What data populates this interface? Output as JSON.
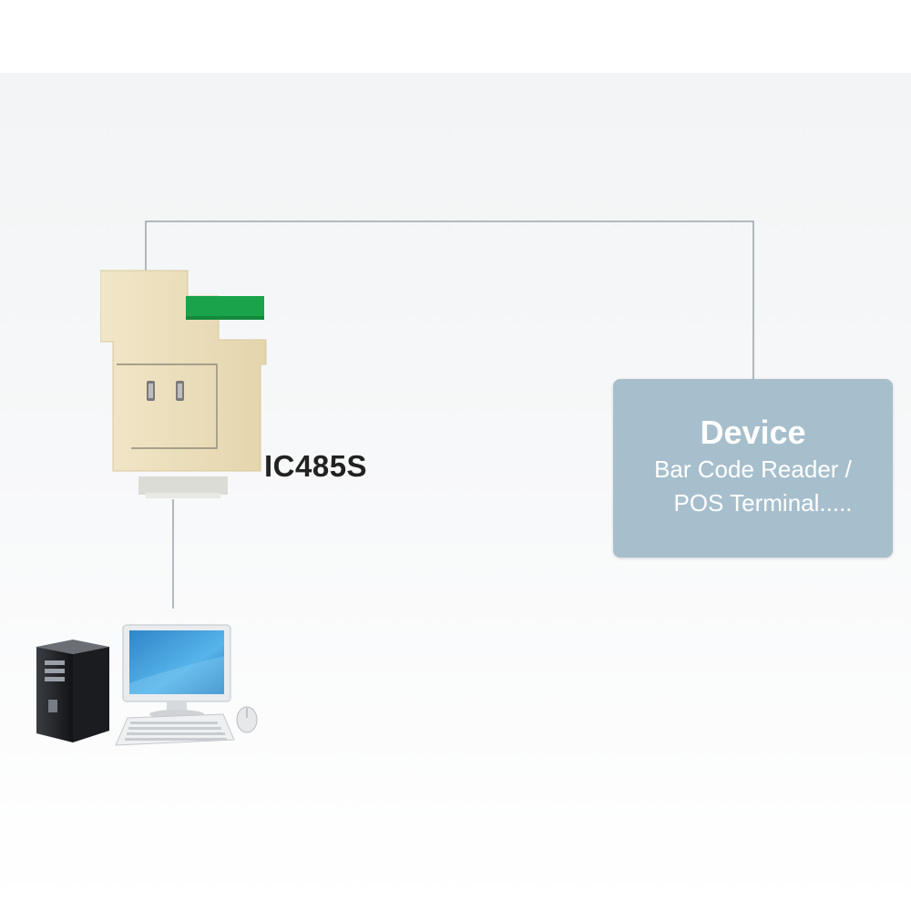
{
  "diagram": {
    "adapter_label": "IC485S",
    "device": {
      "title": "Device",
      "line1": "Bar Code Reader /",
      "line2": "POS Terminal....."
    }
  },
  "colors": {
    "wire": "#9aa3a8",
    "adapter_body": "#ecdfbd",
    "adapter_accent": "#1aa34a",
    "device_box": "#a7bfcc"
  }
}
